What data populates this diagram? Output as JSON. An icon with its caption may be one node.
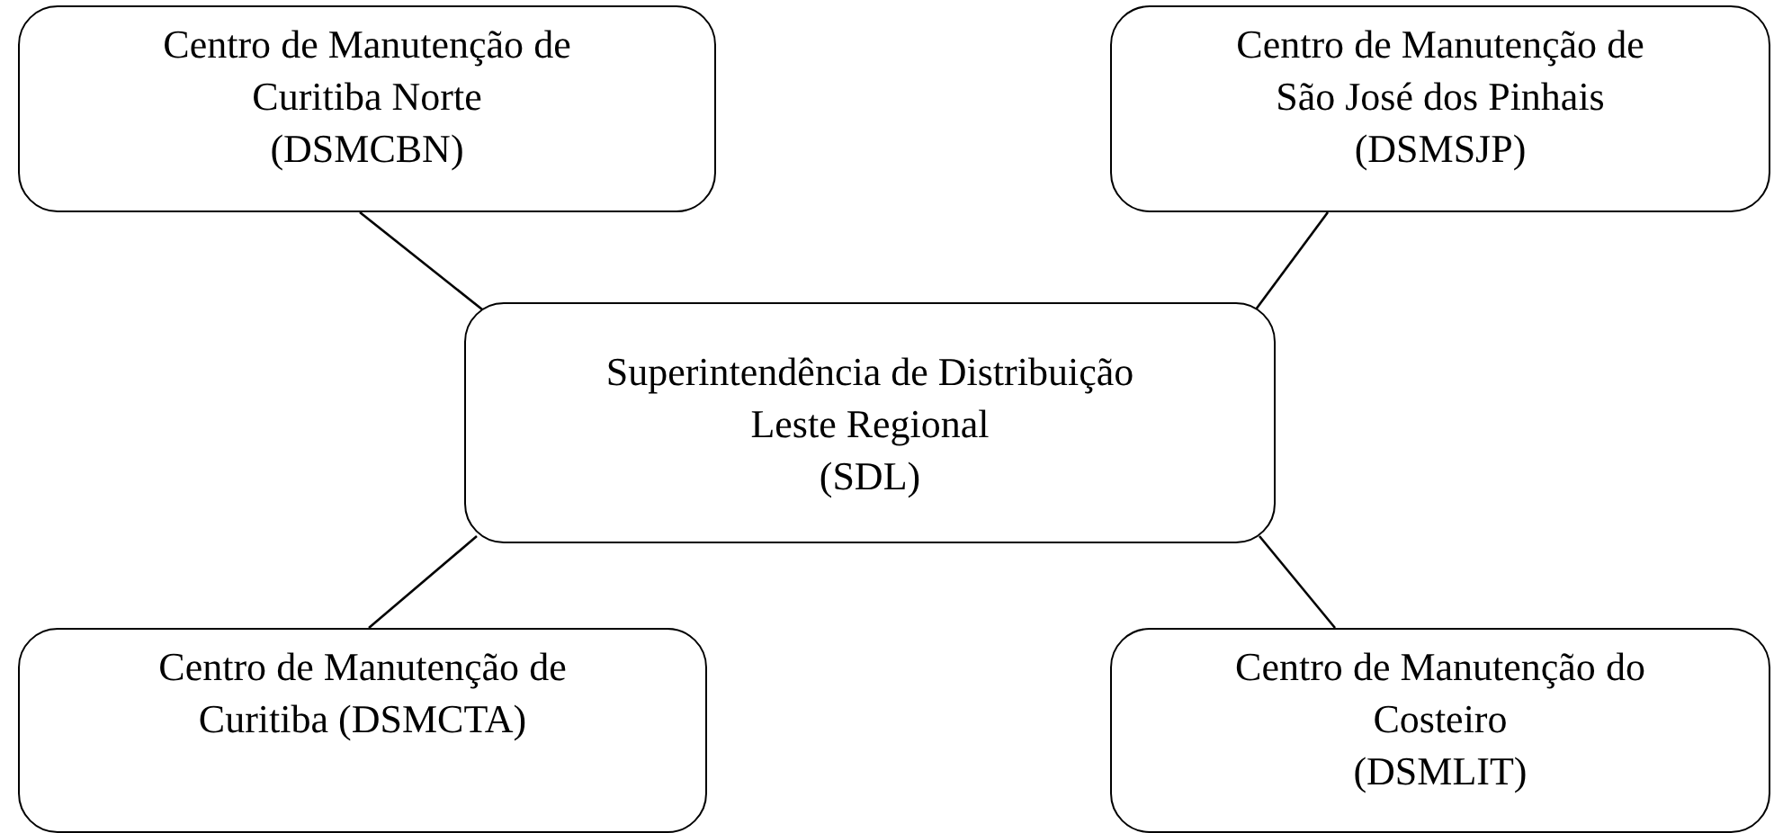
{
  "diagram": {
    "nodes": [
      {
        "text": [
          "Centro de Manutenção de Curitiba Norte (DSMCBN)"
        ]
      },
      {
        "text": [
          "Centro de Manutenção de São José dos Pinhais (DSMSJP)"
        ]
      },
      {
        "text": [
          "Superintendência de Distribuição Leste Regional (SDL)"
        ]
      },
      {
        "text": [
          "Centro de Manutenção de Curitiba (DSMCTA)"
        ]
      },
      {
        "text": [
          "Centro de Manutenção do Costeiro (DSMLIT)"
        ]
      }
    ],
    "edges": [
      {
        "from": 2,
        "to": 0,
        "arrow": "none"
      },
      {
        "from": 2,
        "to": 1,
        "arrow": "none"
      },
      {
        "from": 2,
        "to": 3,
        "arrow": "none"
      },
      {
        "from": 2,
        "to": 4,
        "arrow": "none"
      }
    ]
  }
}
